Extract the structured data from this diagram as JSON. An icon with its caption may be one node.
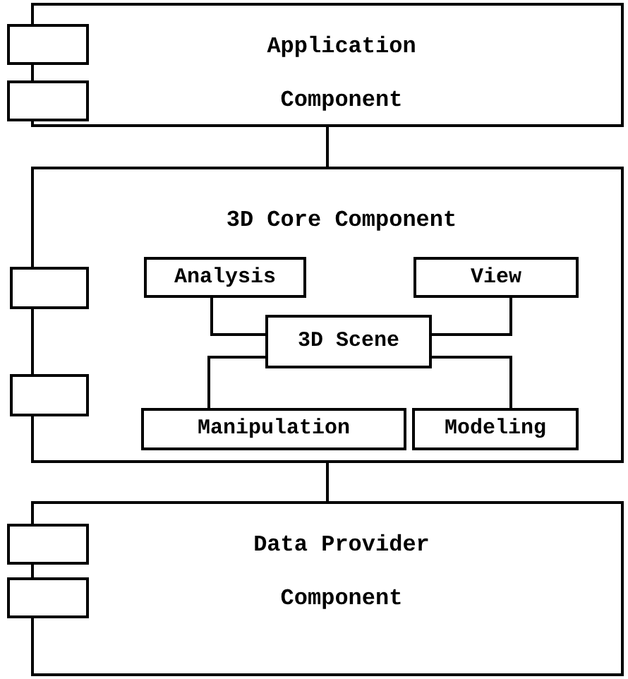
{
  "diagram": {
    "nodes": [
      {
        "text": [
          "Application Component"
        ]
      },
      {
        "text": [
          "3D Core Component"
        ]
      },
      {
        "text": [
          "Analysis"
        ],
        "in": 1
      },
      {
        "text": [
          "View"
        ],
        "in": 1
      },
      {
        "text": [
          "3D Scene"
        ],
        "in": 1
      },
      {
        "text": [
          "Manipulation"
        ],
        "in": 1
      },
      {
        "text": [
          "Modeling"
        ],
        "in": 1
      },
      {
        "text": [
          "Data Provider Component"
        ]
      }
    ],
    "edges": [
      {
        "from": 0,
        "to": 1,
        "arrow": "none"
      },
      {
        "from": 2,
        "to": 4,
        "arrow": "none"
      },
      {
        "from": 3,
        "to": 4,
        "arrow": "none"
      },
      {
        "from": 5,
        "to": 4,
        "arrow": "none"
      },
      {
        "from": 6,
        "to": 4,
        "arrow": "none"
      },
      {
        "from": 1,
        "to": 7,
        "arrow": "none"
      }
    ]
  }
}
